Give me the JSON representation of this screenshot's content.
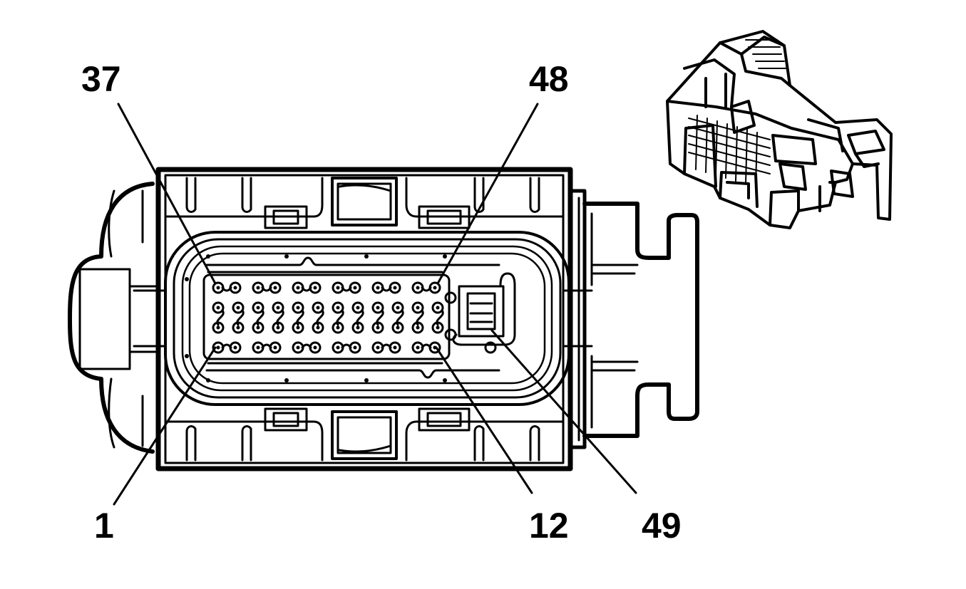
{
  "pin_labels": {
    "pin_37": "37",
    "pin_48": "48",
    "pin_1": "1",
    "pin_12": "12",
    "pin_49": "49"
  },
  "colors": {
    "ink": "#000000",
    "paper": "#ffffff"
  }
}
